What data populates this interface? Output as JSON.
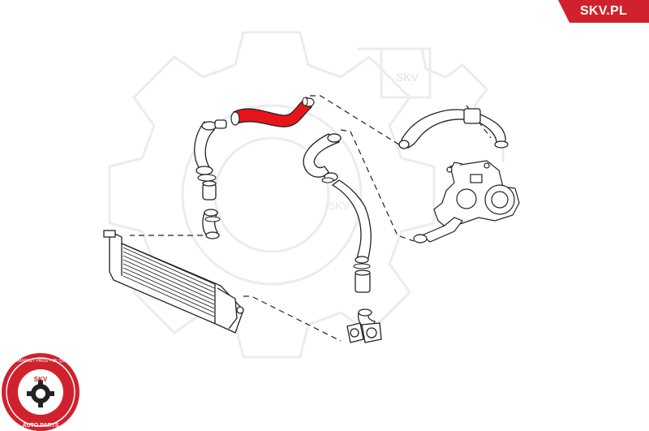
{
  "brand": {
    "site_label": "SKV.PL",
    "watermark_text": "SKV",
    "accent_color": "#d0222c",
    "highlight_color": "#e8141c"
  },
  "seal": {
    "center_text": "SKV",
    "ring_text_top": "AFTERMARKET PRICE • OE QUALITY",
    "ring_text_bottom": "AUTO PARTS"
  },
  "diagram": {
    "highlighted_part": "charge-air-hose",
    "parts": [
      "intercooler",
      "upper-hose",
      "charge-air-hose",
      "lower-hose",
      "turbo-inlet-pipe",
      "turbocharger",
      "flange-gasket",
      "clamps"
    ]
  }
}
